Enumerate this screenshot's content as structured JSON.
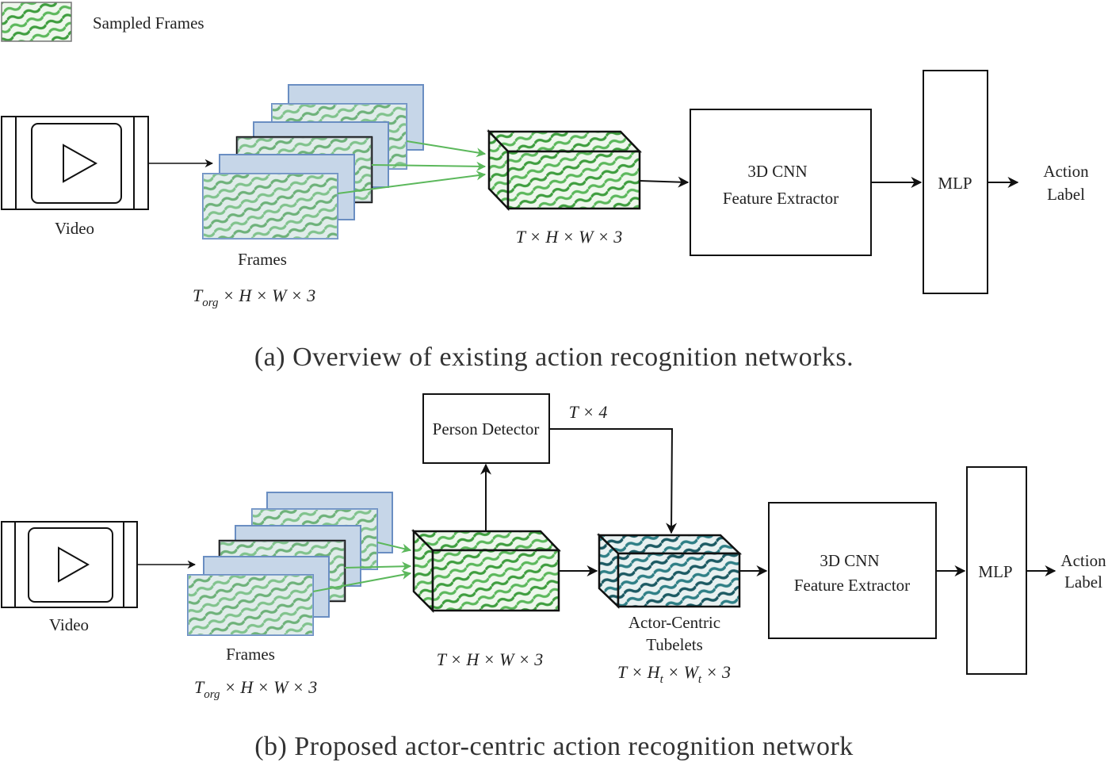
{
  "legend": {
    "label": "Sampled Frames"
  },
  "panel_a": {
    "video_label": "Video",
    "frames_label": "Frames",
    "frames_shape": [
      "T",
      "org",
      " × H × W × 3"
    ],
    "volume_shape": "T × H × W × 3",
    "cnn_label": [
      "3D CNN",
      "Feature Extractor"
    ],
    "mlp_label": "MLP",
    "output_label": [
      "Action",
      "Label"
    ],
    "caption": "(a) Overview of existing action recognition networks."
  },
  "panel_b": {
    "video_label": "Video",
    "frames_label": "Frames",
    "frames_shape": [
      "T",
      "org",
      " × H × W × 3"
    ],
    "volume_shape": "T × H × W × 3",
    "detector_label": "Person Detector",
    "boxes_shape": "T × 4",
    "tubelets_label": [
      "Actor-Centric",
      "Tubelets"
    ],
    "tubelets_shape": [
      "T × H",
      "t",
      " × W",
      "t",
      " × 3"
    ],
    "cnn_label": [
      "3D CNN",
      "Feature Extractor"
    ],
    "mlp_label": "MLP",
    "output_label": [
      "Action",
      "Label"
    ],
    "caption": "(b) Proposed actor-centric action recognition network"
  },
  "colors": {
    "sampled_pattern": "#3f9e3f",
    "tubelet_pattern": "#1c5a63",
    "frame_fill": "#c6d6e8",
    "frame_border": "#6a8ec2",
    "sampling_arrow": "#5cb85c"
  }
}
